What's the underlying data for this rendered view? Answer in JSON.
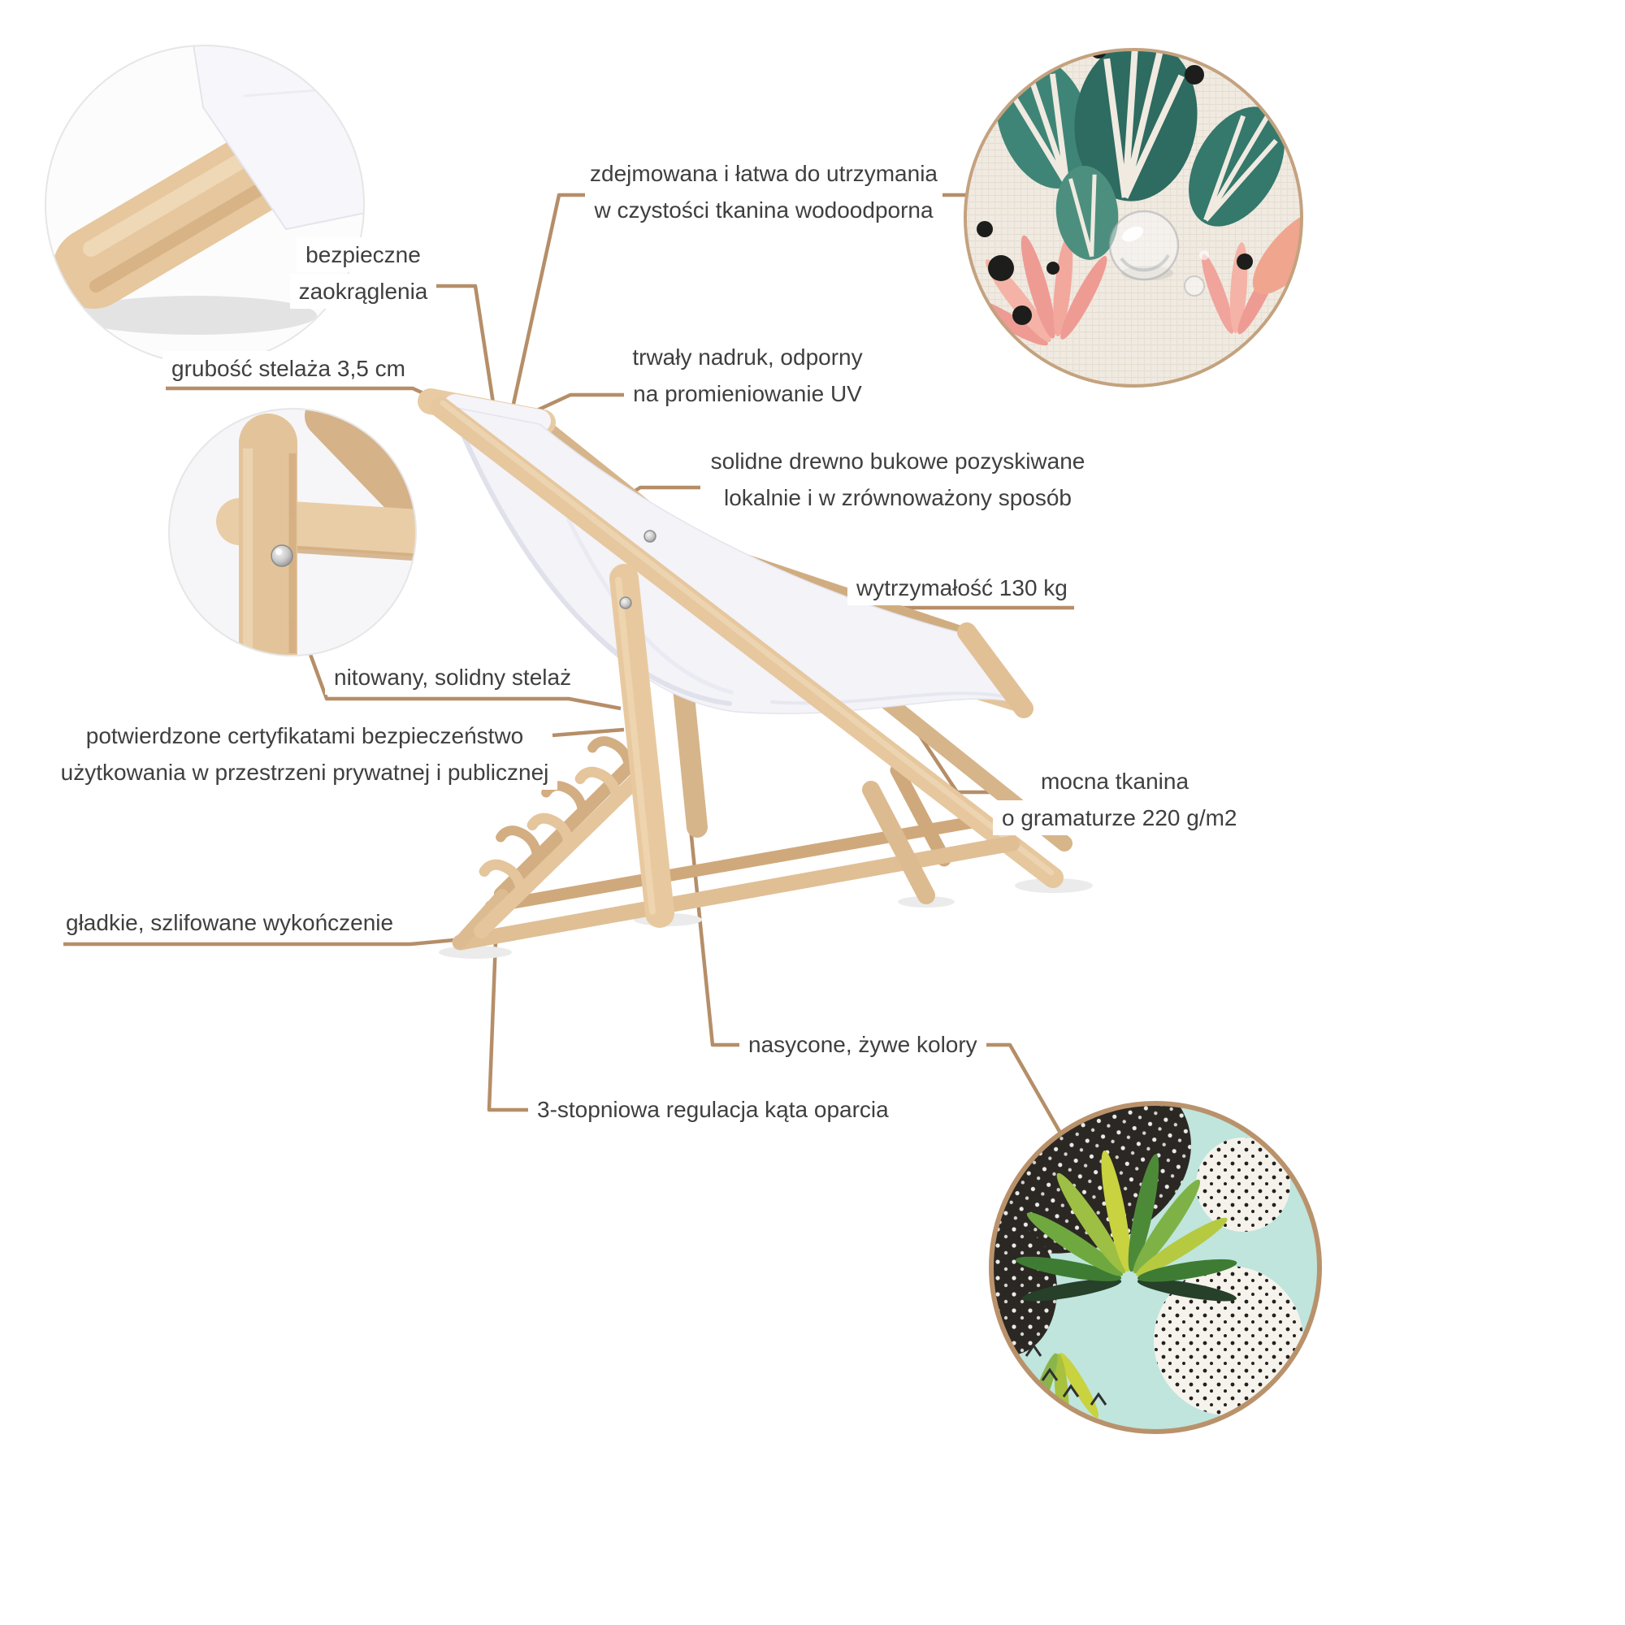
{
  "meta": {
    "subject": "drewniany leżak plażowy — infografika produktowa"
  },
  "colors": {
    "connector": "#b58e68",
    "text": "#3f3f3f",
    "wood": "#e6c79e",
    "wood_dark": "#d2ab7e",
    "fabric": "#f3f3f8",
    "circle_ring": "#b9926b",
    "print_teal": "#2e6b60",
    "print_pink": "#ee9b94",
    "print_turquoise": "#bfe5dd",
    "print_green": "#6fa83f"
  },
  "annotations": {
    "waterproof": {
      "line1": "zdejmowana i łatwa do utrzymania",
      "line2": "w czystości tkanina wodoodporna"
    },
    "safe_edges": {
      "line1": "bezpieczne",
      "line2": "zaokrąglenia"
    },
    "frame_thickness": {
      "line1": "grubość stelaża 3,5 cm"
    },
    "uv_print": {
      "line1": "trwały nadruk, odporny",
      "line2": "na promieniowanie UV"
    },
    "beech_wood": {
      "line1": "solidne drewno bukowe pozyskiwane",
      "line2": "lokalnie i w zrównoważony sposób"
    },
    "capacity": {
      "line1": "wytrzymałość 130 kg"
    },
    "riveted_frame": {
      "line1": "nitowany, solidny stelaż"
    },
    "certified": {
      "line1": "potwierdzone certyfikatami bezpieczeństwo",
      "line2": "użytkowania w przestrzeni prywatnej i publicznej"
    },
    "strong_fabric": {
      "line1": "mocna tkanina",
      "line2": "o gramaturze 220 g/m2"
    },
    "smooth_finish": {
      "line1": "gładkie, szlifowane wykończenie"
    },
    "vivid_colors": {
      "line1": "nasycone, żywe kolory"
    },
    "adjustment": {
      "line1": "3-stopniowa regulacja kąta oparcia"
    }
  }
}
